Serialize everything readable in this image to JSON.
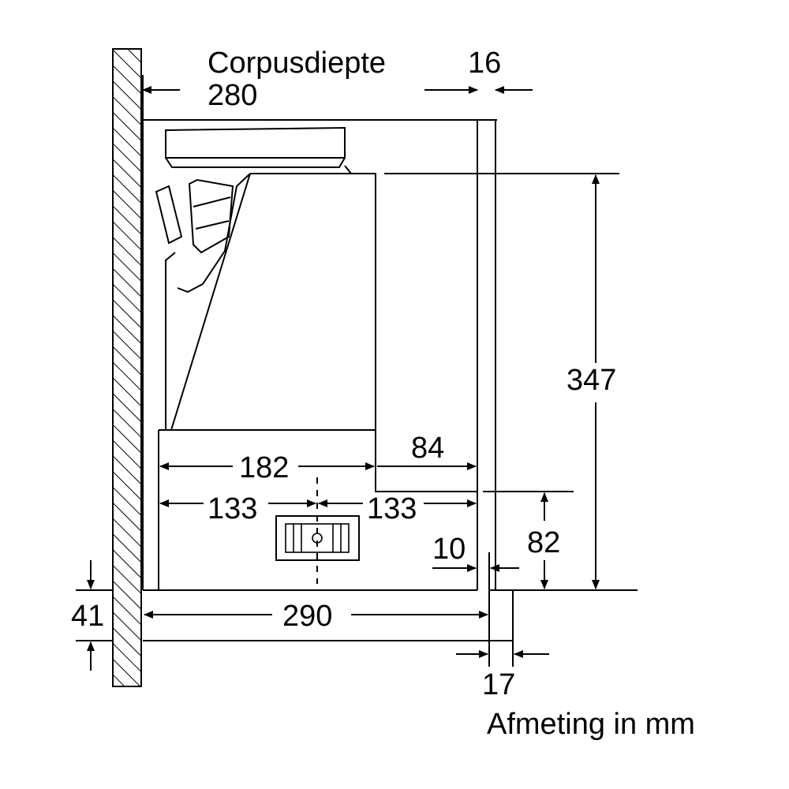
{
  "labels": {
    "corpus_title": "Corpusdiepte",
    "corpus_value": "280",
    "top_gap": "16",
    "height_total": "347",
    "width_inner": "182",
    "front_offset": "84",
    "half_left": "133",
    "half_right": "133",
    "lower_height": "82",
    "front_gap": "10",
    "bottom_thickness": "41",
    "bottom_width": "290",
    "panel_thickness": "17",
    "unit_note": "Afmeting in mm"
  }
}
